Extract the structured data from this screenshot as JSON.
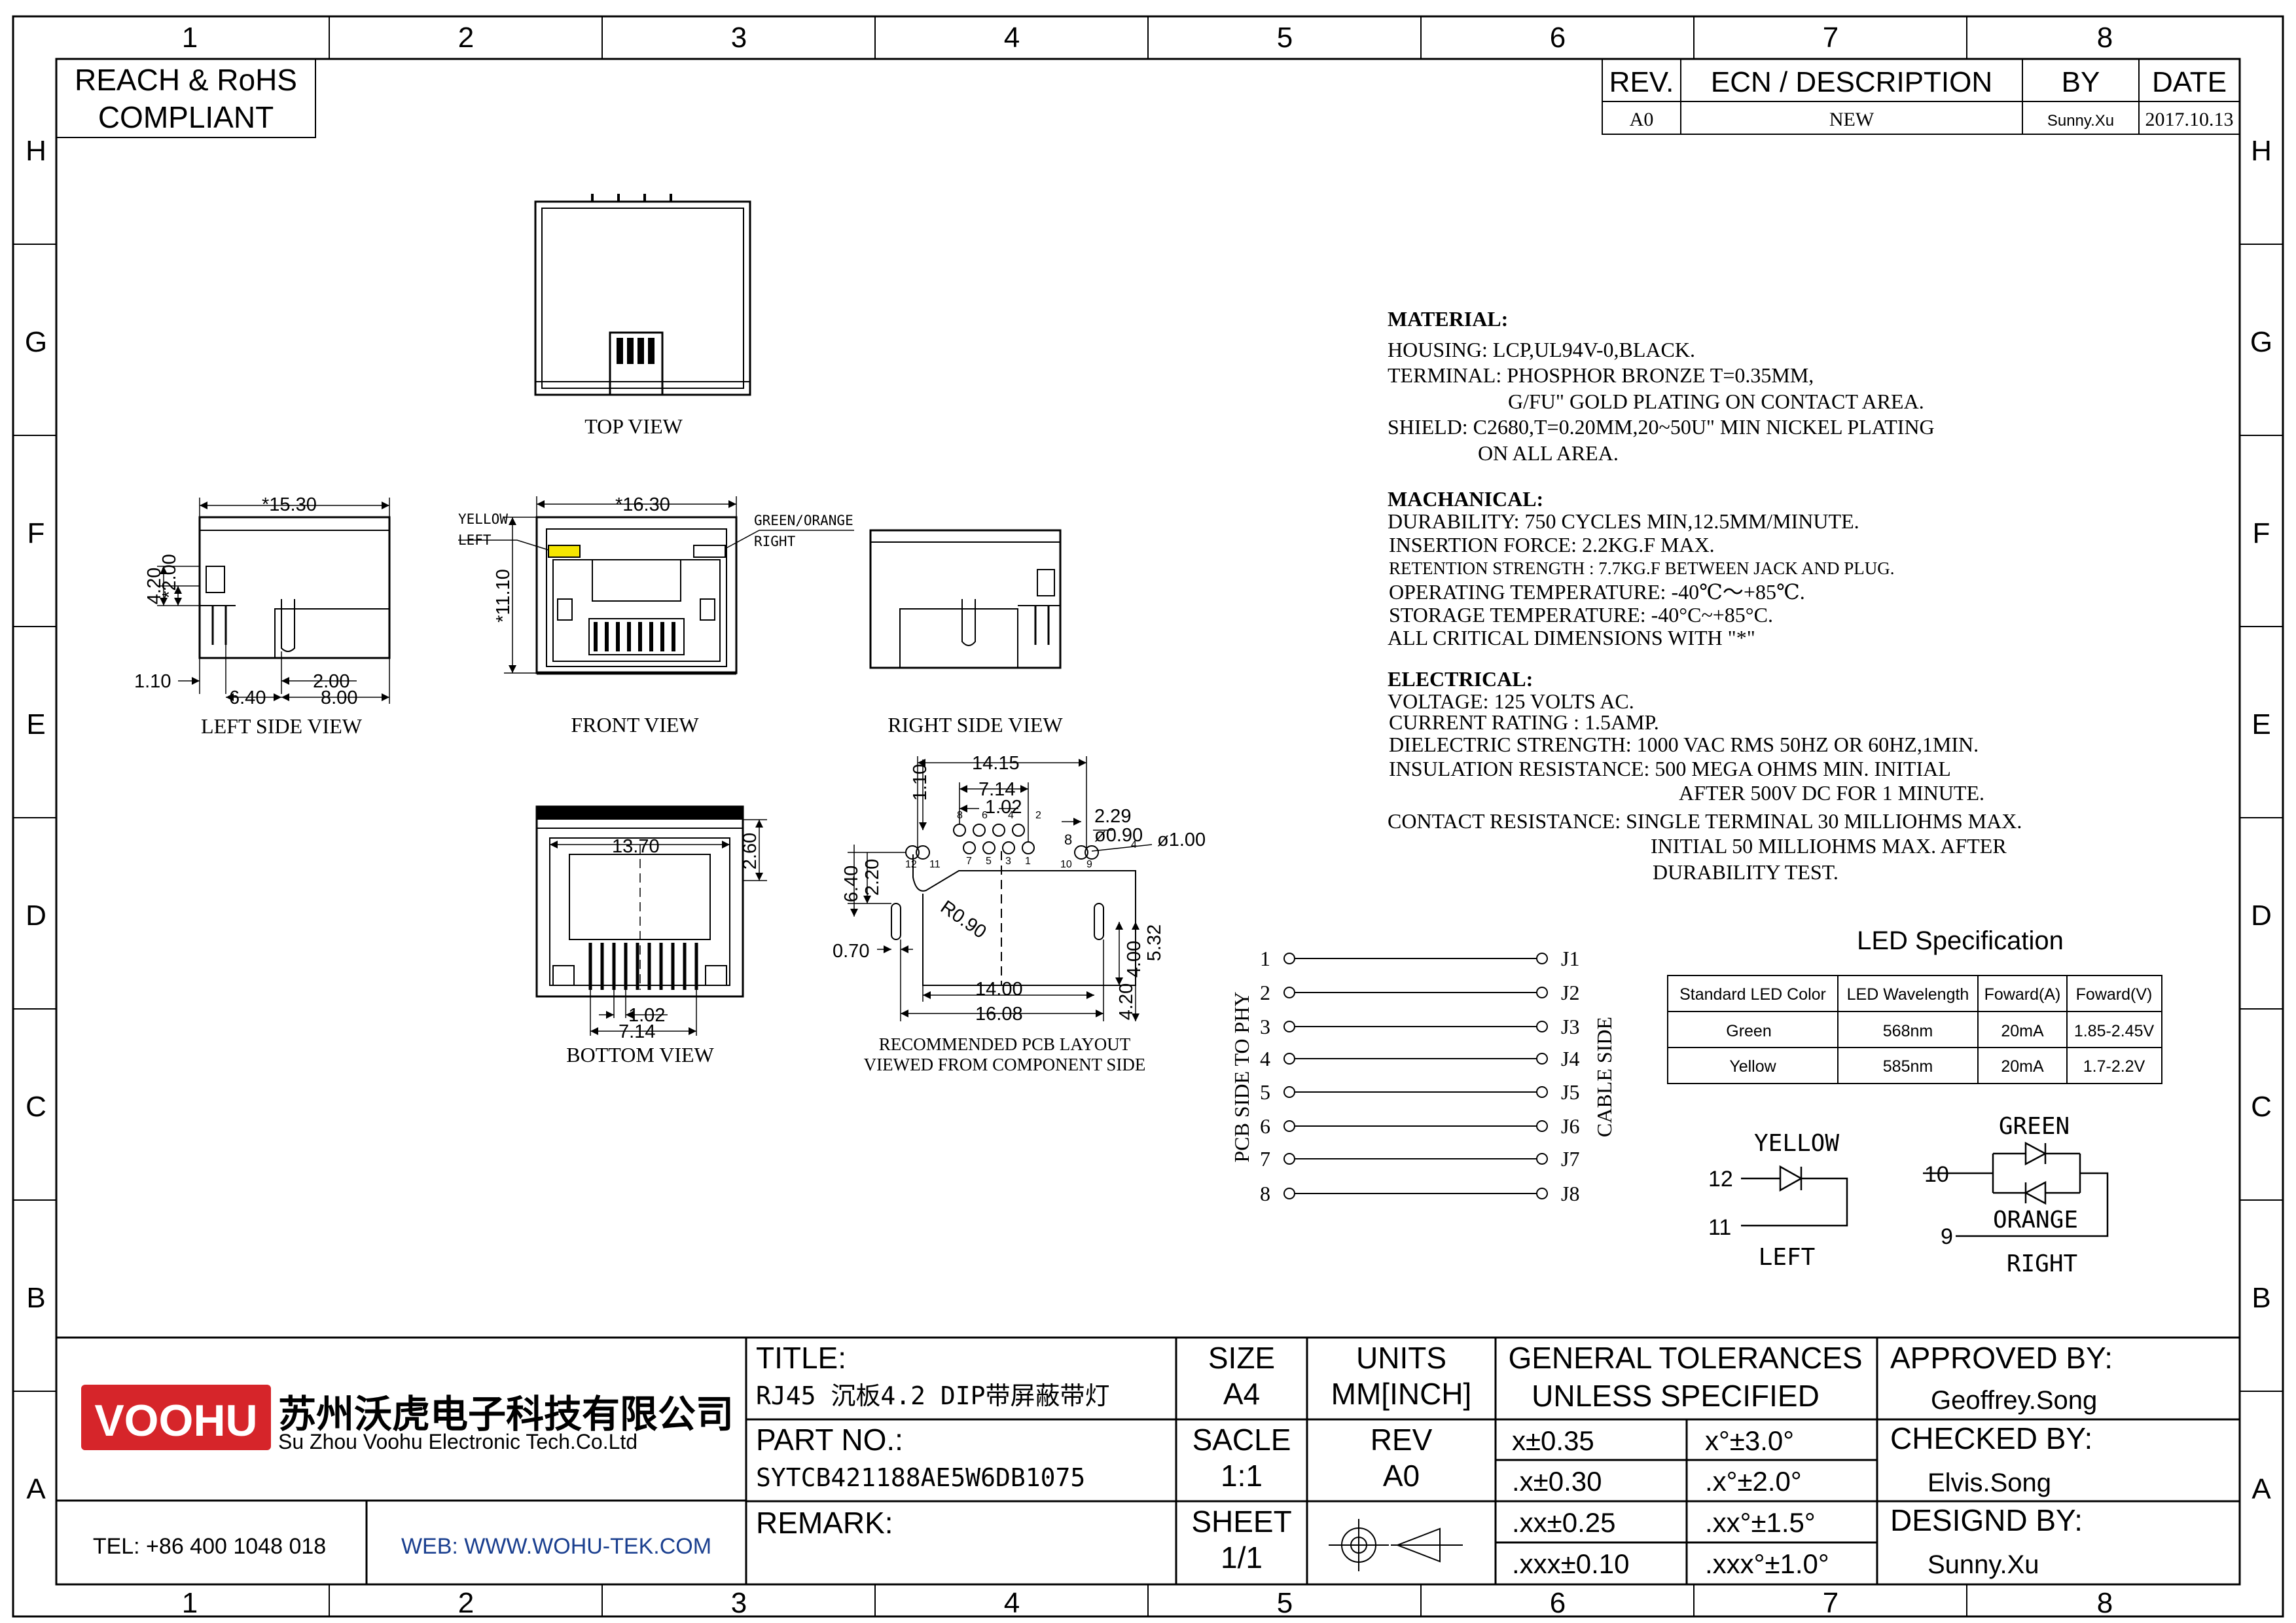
{
  "border": {
    "columns": [
      "1",
      "2",
      "3",
      "4",
      "5",
      "6",
      "7",
      "8"
    ],
    "rows": [
      "H",
      "G",
      "F",
      "E",
      "D",
      "C",
      "B",
      "A"
    ]
  },
  "compliance": {
    "line1": "REACH & RoHS",
    "line2": "COMPLIANT"
  },
  "revision_block": {
    "headers": {
      "rev": "REV.",
      "ecn": "ECN / DESCRIPTION",
      "by": "BY",
      "date": "DATE"
    },
    "rows": [
      {
        "rev": "A0",
        "ecn": "NEW",
        "by": "Sunny.Xu",
        "date": "2017.10.13"
      }
    ]
  },
  "views": {
    "top": "TOP VIEW",
    "left": "LEFT SIDE VIEW",
    "front": "FRONT VIEW",
    "right": "RIGHT SIDE VIEW",
    "bottom": "BOTTOM VIEW",
    "pcb_line1": "RECOMMENDED PCB LAYOUT",
    "pcb_line2": "VIEWED FROM COMPONENT SIDE"
  },
  "dimensions": {
    "left": {
      "width": "*15.30",
      "h1": "4.20",
      "h2": "*2.00",
      "d1": "1.10",
      "d2": "6.40",
      "d3": "2.00",
      "d4": "8.00"
    },
    "front": {
      "width": "*16.30",
      "height": "*11.10",
      "yellow_1": "YELLOW",
      "yellow_2": "LEFT",
      "green_1": "GREEN/ORANGE",
      "green_2": "RIGHT"
    },
    "bottom": {
      "width": "13.70",
      "height": "2.60",
      "d1": "1.02",
      "d2": "7.14"
    },
    "pcb": {
      "a": "14.15",
      "b": "7.14",
      "c": "1.02",
      "d": "1.10",
      "e": "2.29",
      "f": "ø0.90",
      "g": "ø1.00",
      "h": "6.40",
      "i": "2.20",
      "j": "R0.90",
      "k": "0.70",
      "l": "14.00",
      "m": "16.08",
      "n": "4.00",
      "o": "5.32",
      "p": "4.20",
      "pins_top": [
        "8",
        "6",
        "4",
        "2"
      ],
      "pins_bottom": [
        "7",
        "5",
        "3",
        "1"
      ],
      "pin_left_a": "12",
      "pin_left_b": "11",
      "pin_right_a": "10",
      "pin_right_b": "9",
      "pin_right_c": "8",
      "pin_right_d": "4"
    }
  },
  "notes": {
    "material_title": "MATERIAL:",
    "material": [
      "HOUSING: LCP,UL94V-0,BLACK.",
      "TERMINAL: PHOSPHOR BRONZE T=0.35MM,",
      "G/FU\" GOLD PLATING ON CONTACT AREA.",
      "SHIELD: C2680,T=0.20MM,20~50U\" MIN NICKEL PLATING",
      "ON ALL AREA."
    ],
    "mech_title": "MACHANICAL:",
    "mech": [
      "DURABILITY: 750 CYCLES MIN,12.5MM/MINUTE.",
      "INSERTION FORCE: 2.2KG.F MAX.",
      "RETENTION STRENGTH : 7.7KG.F BETWEEN JACK AND PLUG.",
      "OPERATING TEMPERATURE: -40℃～+85℃.",
      "STORAGE TEMPERATURE: -40°C~+85°C.",
      "ALL CRITICAL DIMENSIONS WITH \"*\""
    ],
    "elec_title": "ELECTRICAL:",
    "elec": [
      "VOLTAGE: 125 VOLTS AC.",
      "CURRENT RATING : 1.5AMP.",
      "DIELECTRIC STRENGTH: 1000 VAC RMS 50HZ OR 60HZ,1MIN.",
      "INSULATION RESISTANCE: 500 MEGA OHMS MIN. INITIAL",
      "AFTER 500V DC FOR 1 MINUTE.",
      "CONTACT RESISTANCE: SINGLE TERMINAL 30 MILLIOHMS MAX.",
      "INITIAL 50 MILLIOHMS MAX. AFTER",
      "DURABILITY TEST."
    ]
  },
  "led_spec": {
    "title": "LED Specification",
    "headers": [
      "Standard LED Color",
      "LED Wavelength",
      "Foward(A)",
      "Foward(V)"
    ],
    "rows": [
      [
        "Green",
        "568nm",
        "20mA",
        "1.85-2.45V"
      ],
      [
        "Yellow",
        "585nm",
        "20mA",
        "1.7-2.2V"
      ]
    ]
  },
  "pinout": {
    "left_label": "PCB SIDE TO PHY",
    "right_label": "CABLE SIDE",
    "pins": [
      "1",
      "2",
      "3",
      "4",
      "5",
      "6",
      "7",
      "8"
    ],
    "jacks": [
      "J1",
      "J2",
      "J3",
      "J4",
      "J5",
      "J6",
      "J7",
      "J8"
    ]
  },
  "led_schematic": {
    "yellow": "YELLOW",
    "left": "LEFT",
    "green": "GREEN",
    "orange": "ORANGE",
    "right": "RIGHT",
    "p12": "12",
    "p11": "11",
    "p10": "10",
    "p9": "9"
  },
  "title_block": {
    "logo": "VOOHU",
    "company_cn": "苏州沃虎电子科技有限公司",
    "company_en": "Su Zhou Voohu Electronic Tech.Co.Ltd",
    "tel": "TEL: +86 400 1048 018",
    "web": "WEB: WWW.WOHU-TEK.COM",
    "title_label": "TITLE:",
    "title_value": "RJ45 沉板4.2 DIP带屏蔽带灯",
    "part_label": "PART NO.:",
    "part_value": "SYTCB421188AE5W6DB1075",
    "remark_label": "REMARK:",
    "size_label": "SIZE",
    "size_value": "A4",
    "units_label": "UNITS",
    "units_value": "MM[INCH]",
    "scale_label": "SACLE",
    "scale_value": "1:1",
    "rev_label": "REV",
    "rev_value": "A0",
    "sheet_label": "SHEET",
    "sheet_value": "1/1",
    "tol_title_1": "GENERAL TOLERANCES",
    "tol_title_2": "UNLESS SPECIFIED",
    "tol": [
      [
        "x±0.35",
        "x°±3.0°"
      ],
      [
        ".x±0.30",
        ".x°±2.0°"
      ],
      [
        ".xx±0.25",
        ".xx°±1.5°"
      ],
      [
        ".xxx±0.10",
        ".xxx°±1.0°"
      ]
    ],
    "approved_label": "APPROVED BY:",
    "approved_value": "Geoffrey.Song",
    "checked_label": "CHECKED BY:",
    "checked_value": "Elvis.Song",
    "designed_label": "DESIGND BY:",
    "designed_value": "Sunny.Xu"
  },
  "colors": {
    "logo_red": "#d6252a",
    "led_yellow": "#f5e600",
    "web_blue": "#1a3f8f"
  }
}
